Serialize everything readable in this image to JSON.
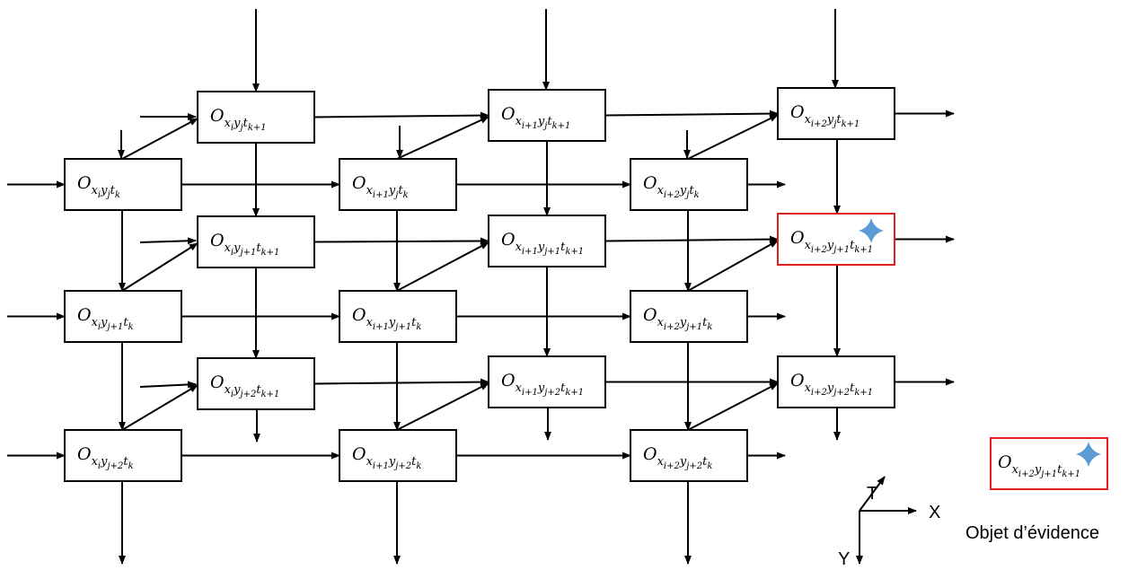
{
  "highlight_color": "#e02020",
  "star_color": "#5b9bd5",
  "nodes": {
    "xi_yj_tk1": {
      "x": "x",
      "xs": "i",
      "y": "j",
      "t": "k+1"
    },
    "xi1_yj_tk1": {
      "x": "x",
      "xs": "i+1",
      "y": "j",
      "t": "k+1"
    },
    "xi2_yj_tk1": {
      "x": "x",
      "xs": "i+2",
      "y": "j",
      "t": "k+1"
    },
    "xi_yj_tk": {
      "x": "x",
      "xs": "i",
      "y": "j",
      "t": "k"
    },
    "xi1_yj_tk": {
      "x": "x",
      "xs": "i+1",
      "y": "j",
      "t": "k"
    },
    "xi2_yj_tk": {
      "x": "x",
      "xs": "i+2",
      "y": "j",
      "t": "k"
    },
    "xi_yj1_tk1": {
      "x": "x",
      "xs": "i",
      "y": "j+1",
      "t": "k+1"
    },
    "xi1_yj1_tk1": {
      "x": "x",
      "xs": "i+1",
      "y": "j+1",
      "t": "k+1"
    },
    "xi2_yj1_tk1": {
      "x": "x",
      "xs": "i+2",
      "y": "j+1",
      "t": "k+1",
      "highlight": true
    },
    "xi_yj1_tk": {
      "x": "x",
      "xs": "i",
      "y": "j+1",
      "t": "k"
    },
    "xi1_yj1_tk": {
      "x": "x",
      "xs": "i+1",
      "y": "j+1",
      "t": "k"
    },
    "xi2_yj1_tk": {
      "x": "x",
      "xs": "i+2",
      "y": "j+1",
      "t": "k"
    },
    "xi_yj2_tk1": {
      "x": "x",
      "xs": "i",
      "y": "j+2",
      "t": "k+1"
    },
    "xi1_yj2_tk1": {
      "x": "x",
      "xs": "i+1",
      "y": "j+2",
      "t": "k+1"
    },
    "xi2_yj2_tk1": {
      "x": "x",
      "xs": "i+2",
      "y": "j+2",
      "t": "k+1"
    },
    "xi_yj2_tk": {
      "x": "x",
      "xs": "i",
      "y": "j+2",
      "t": "k"
    },
    "xi1_yj2_tk": {
      "x": "x",
      "xs": "i+1",
      "y": "j+2",
      "t": "k"
    },
    "xi2_yj2_tk": {
      "x": "x",
      "xs": "i+2",
      "y": "j+2",
      "t": "k"
    }
  },
  "legend": {
    "node": {
      "x": "x",
      "xs": "i+2",
      "y": "j+1",
      "t": "k+1"
    },
    "label": "Objet d’évidence"
  },
  "axes": {
    "t": "T",
    "x": "X",
    "y": "Y"
  }
}
